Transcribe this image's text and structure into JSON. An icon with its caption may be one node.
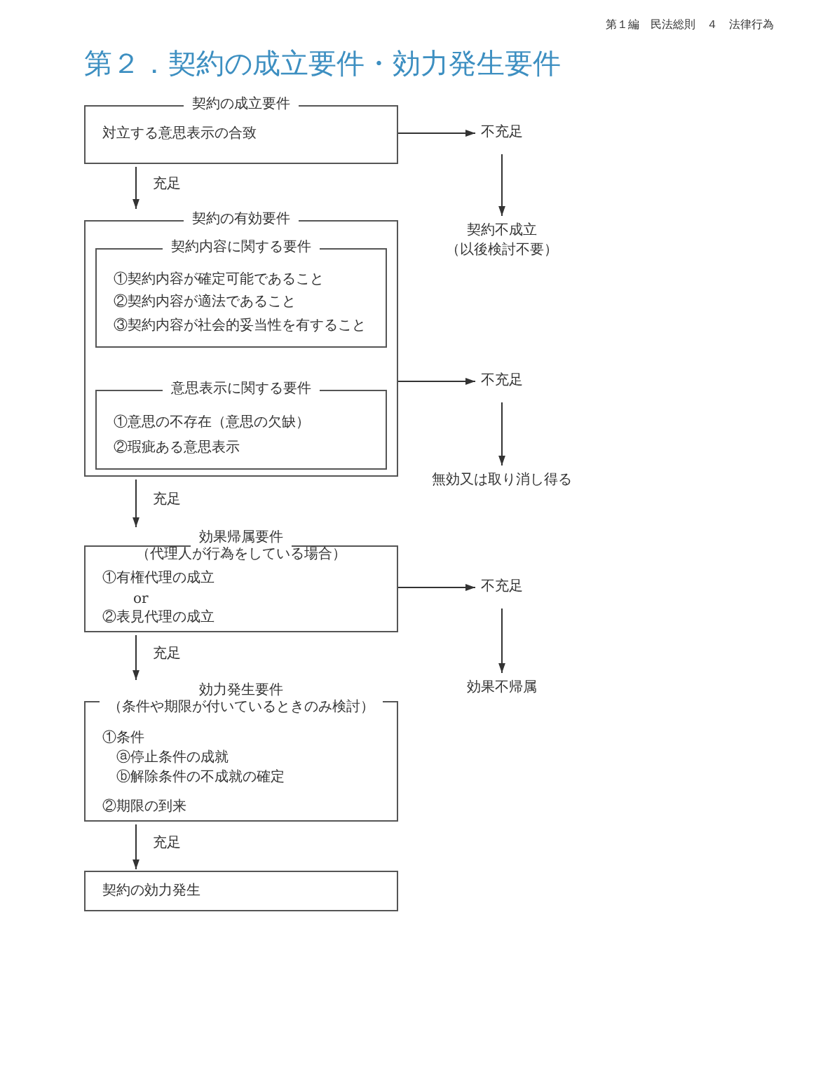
{
  "diagram": {
    "title": "第２．契約の成立要件・効力発生要件",
    "nodes": [
      {
        "text": [
          "契約の成立要件",
          "対立する意思表示の合致"
        ]
      },
      {
        "text": [
          "不充足"
        ]
      },
      {
        "text": [
          "契約不成立",
          "（以後検討不要）"
        ]
      },
      {
        "text": [
          "契約の有効要件"
        ]
      },
      {
        "text": [
          "契約内容に関する要件",
          "①契約内容が確定可能であること",
          "②契約内容が適法であること",
          "③契約内容が社会的妥当性を有すること"
        ],
        "in": 3
      },
      {
        "text": [
          "意思表示に関する要件",
          "①意思の不存在（意思の欠缺）",
          "②瑕疵ある意思表示"
        ],
        "in": 3
      },
      {
        "text": [
          "不充足"
        ]
      },
      {
        "text": [
          "無効又は取り消し得る"
        ]
      },
      {
        "text": [
          "効果帰属要件",
          "（代理人が行為をしている場合）",
          "①有権代理の成立",
          "or",
          "②表見代理の成立"
        ]
      },
      {
        "text": [
          "不充足"
        ]
      },
      {
        "text": [
          "効果不帰属"
        ]
      },
      {
        "text": [
          "効力発生要件",
          "（条件や期限が付いているときのみ検討）",
          "①条件",
          "ⓐ停止条件の成就",
          "ⓑ解除条件の不成就の確定",
          "②期限の到来"
        ]
      },
      {
        "text": [
          "契約の効力発生"
        ]
      }
    ],
    "edges": [
      {
        "from": 0,
        "to": 1,
        "arrow": "to"
      },
      {
        "from": 0,
        "to": 3,
        "arrow": "to",
        "label": "充足"
      },
      {
        "from": 1,
        "to": 2,
        "arrow": "to"
      },
      {
        "from": 3,
        "to": 6,
        "arrow": "to"
      },
      {
        "from": 6,
        "to": 7,
        "arrow": "to"
      },
      {
        "from": 3,
        "to": 8,
        "arrow": "to",
        "label": "充足"
      },
      {
        "from": 8,
        "to": 9,
        "arrow": "to"
      },
      {
        "from": 9,
        "to": 10,
        "arrow": "to"
      },
      {
        "from": 8,
        "to": 11,
        "arrow": "to",
        "label": "充足"
      },
      {
        "from": 11,
        "to": 12,
        "arrow": "to",
        "label": "充足"
      }
    ],
    "labels": [
      "第１編　民法総則　４　法律行為"
    ]
  }
}
